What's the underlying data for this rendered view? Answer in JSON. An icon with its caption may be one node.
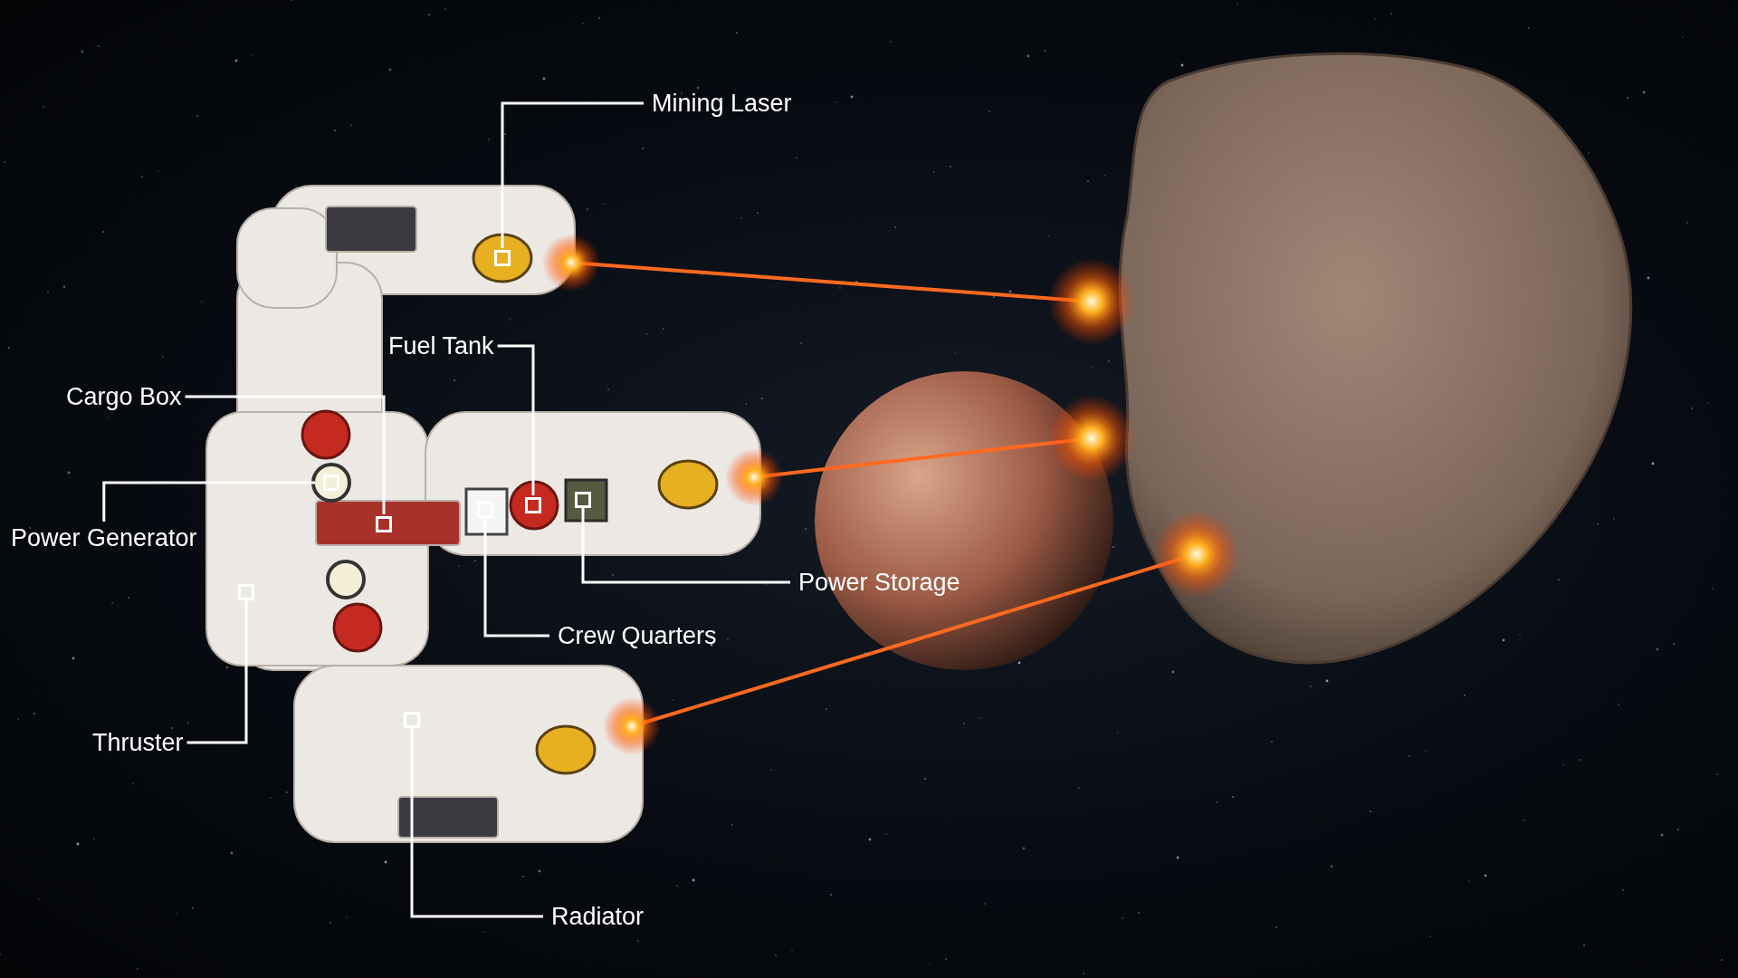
{
  "diagram": {
    "nodes": [
      {
        "text": [
          "Mining Laser"
        ]
      },
      {
        "text": [
          "Fuel Tank"
        ]
      },
      {
        "text": [
          "Cargo Box"
        ]
      },
      {
        "text": [
          "Power Generator"
        ]
      },
      {
        "text": [
          "Power Storage"
        ]
      },
      {
        "text": [
          "Crew Quarters"
        ]
      },
      {
        "text": [
          "Thruster"
        ]
      },
      {
        "text": [
          "Radiator"
        ]
      },
      {
        "text": [],
        "shape": "box"
      },
      {
        "text": [],
        "shape": "box"
      },
      {
        "text": [],
        "shape": "box"
      },
      {
        "text": [],
        "shape": "box"
      },
      {
        "text": [],
        "shape": "box"
      },
      {
        "text": [],
        "shape": "box"
      },
      {
        "text": [],
        "shape": "box"
      },
      {
        "text": [],
        "shape": "box"
      }
    ],
    "edges": [
      {
        "from": 0,
        "to": 13,
        "arrow": "none"
      },
      {
        "from": 1,
        "to": 14,
        "arrow": "none"
      },
      {
        "from": 2,
        "to": 10,
        "arrow": "none"
      },
      {
        "from": 3,
        "to": 9,
        "arrow": "none"
      },
      {
        "from": 4,
        "to": 15,
        "arrow": "none"
      },
      {
        "from": 5,
        "to": 12,
        "arrow": "none"
      },
      {
        "from": 6,
        "to": 8,
        "arrow": "none"
      },
      {
        "from": 7,
        "to": 11,
        "arrow": "none"
      }
    ]
  }
}
